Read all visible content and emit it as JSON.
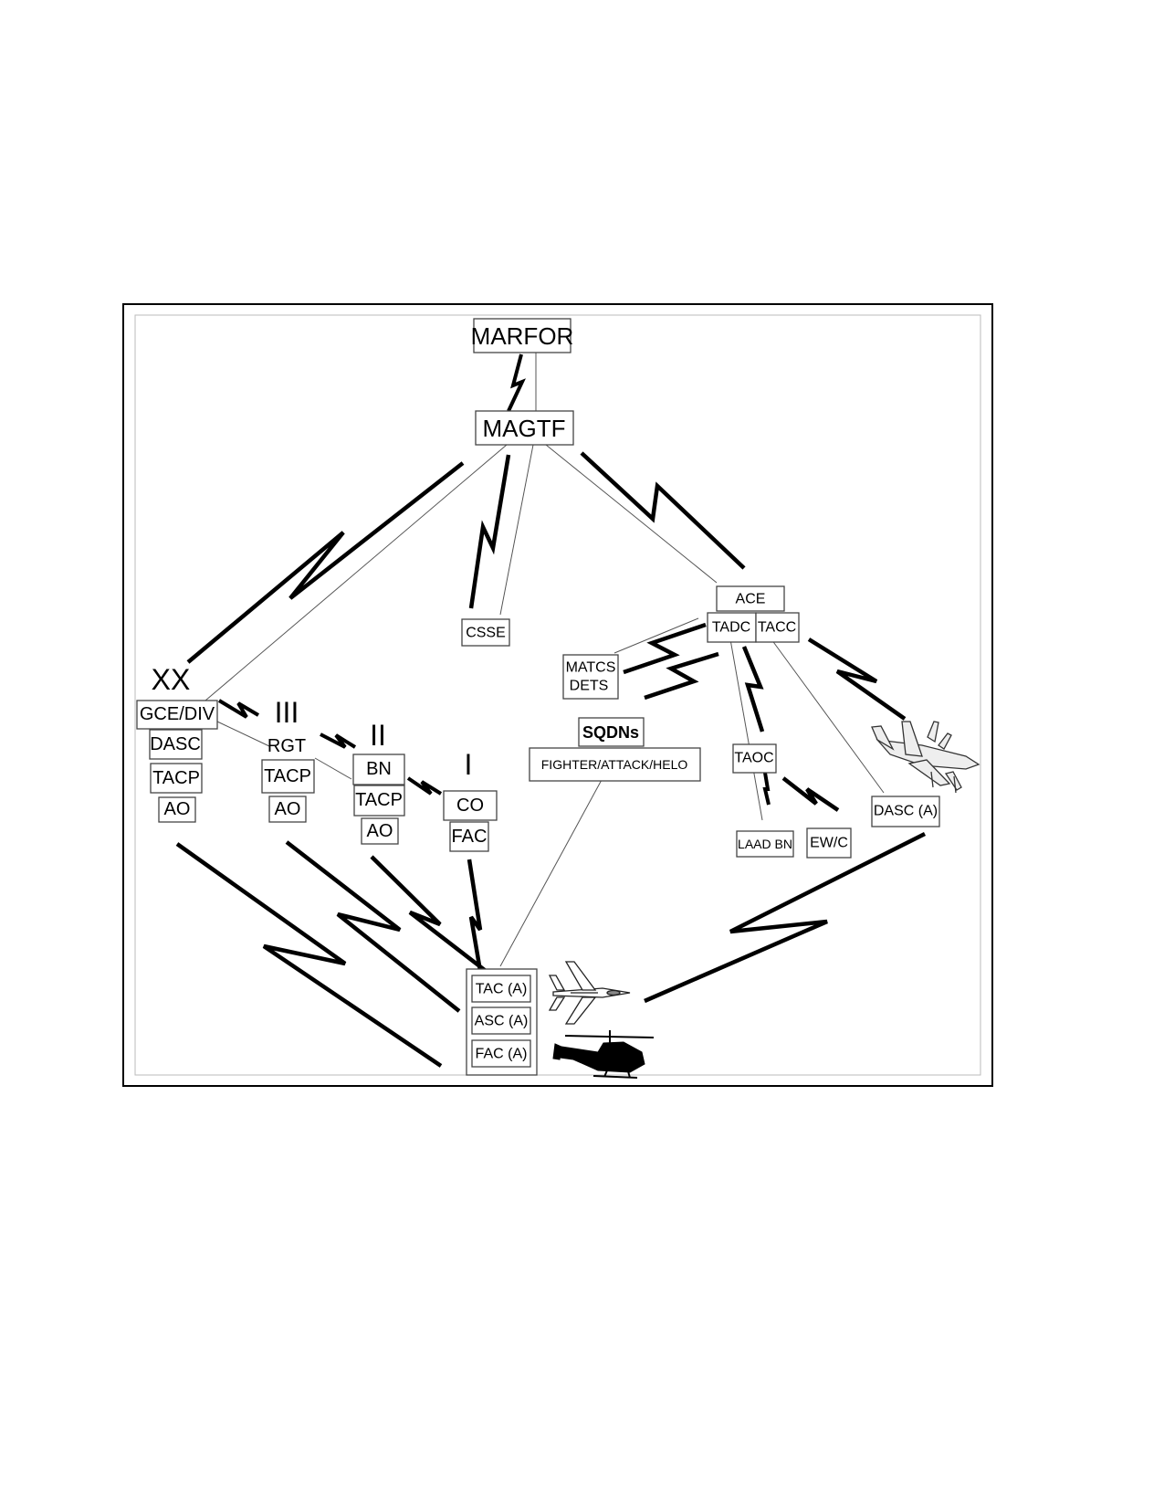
{
  "nodes": {
    "marfor": "MARFOR",
    "magtf": "MAGTF",
    "csse": "CSSE",
    "ace": "ACE",
    "tadc": "TADC",
    "tacc": "TACC",
    "matcs_dets_line1": "MATCS",
    "matcs_dets_line2": "DETS",
    "sqdns": "SQDNs",
    "fighter_attack_helo": "FIGHTER/ATTACK/HELO",
    "taoc": "TAOC",
    "laad_bn": "LAAD BN",
    "ewc": "EW/C",
    "dasc_air": "DASC (A)",
    "gce_div": "GCE/DIV",
    "div_dasc": "DASC",
    "div_tacp": "TACP",
    "div_ao": "AO",
    "rgt": "RGT",
    "rgt_tacp": "TACP",
    "rgt_ao": "AO",
    "bn": "BN",
    "bn_tacp": "TACP",
    "bn_ao": "AO",
    "co": "CO",
    "fac": "FAC",
    "tac_a": "TAC (A)",
    "asc_a": "ASC (A)",
    "fac_a": "FAC (A)"
  },
  "echelons": {
    "division": "XX",
    "regiment": "III",
    "battalion": "II",
    "company": "I"
  },
  "icons": [
    "fighter-jet-icon",
    "attack-helicopter-icon",
    "transport-aircraft-icon",
    "lightning-bolt-icon"
  ]
}
